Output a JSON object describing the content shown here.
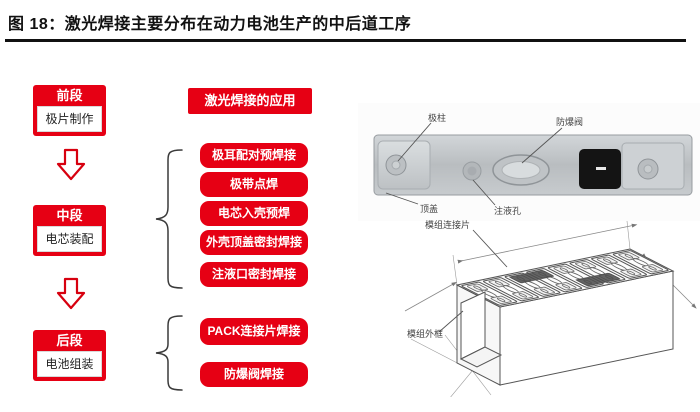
{
  "figure": {
    "title": "图 18：激光焊接主要分布在动力电池生产的中后道工序"
  },
  "colors": {
    "accent_red": "#E60014",
    "title_rule": "#111111",
    "label_gray": "#444444"
  },
  "process_flow": {
    "stages": [
      {
        "phase": "前段",
        "process": "极片制作"
      },
      {
        "phase": "中段",
        "process": "电芯装配"
      },
      {
        "phase": "后段",
        "process": "电池组装"
      }
    ]
  },
  "laser_applications": {
    "header": "激光焊接的应用",
    "mid_stage": [
      "极耳配对预焊接",
      "极带点焊",
      "电芯入壳预焊",
      "外壳顶盖密封焊接",
      "注液口密封焊接"
    ],
    "late_stage": [
      "PACK连接片焊接",
      "防爆阀焊接"
    ]
  },
  "top_cover_diagram": {
    "labels": {
      "pole": "极柱",
      "vent": "防爆阀",
      "cover": "顶盖",
      "injection_hole": "注液孔"
    }
  },
  "module_diagram": {
    "labels": {
      "connector_plate": "模组连接片",
      "outer_frame": "模组外框"
    }
  }
}
